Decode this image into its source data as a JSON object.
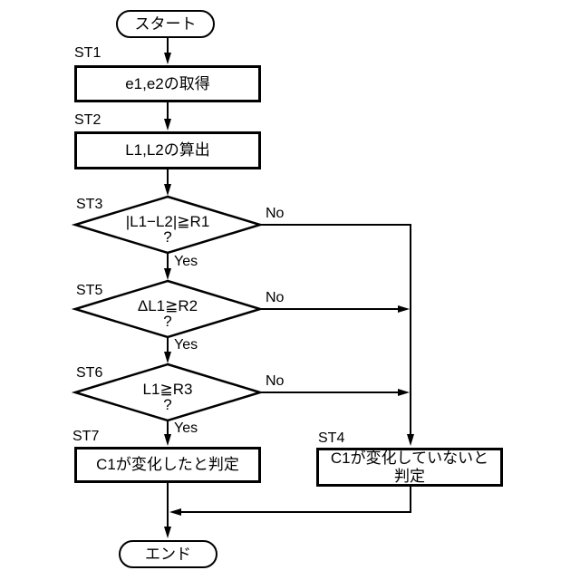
{
  "diagram": {
    "colors": {
      "line": "#000000",
      "background": "#ffffff",
      "text": "#000000"
    },
    "nodes": {
      "start": {
        "text": "スタート",
        "type": "terminal"
      },
      "st1": {
        "id": "ST1",
        "text": "e1,e2の取得",
        "type": "process"
      },
      "st2": {
        "id": "ST2",
        "text": "L1,L2の算出",
        "type": "process"
      },
      "st3": {
        "id": "ST3",
        "condition": "|L1−L2|≧R1",
        "question_mark": "?",
        "type": "decision"
      },
      "st5": {
        "id": "ST5",
        "condition": "ΔL1≧R2",
        "question_mark": "?",
        "type": "decision"
      },
      "st6": {
        "id": "ST6",
        "condition": "L1≧R3",
        "question_mark": "?",
        "type": "decision"
      },
      "st7": {
        "id": "ST7",
        "text": "C1が変化したと判定",
        "type": "process"
      },
      "st4": {
        "id": "ST4",
        "text_line1": "C1が変化していないと",
        "text_line2": "判定",
        "type": "process"
      },
      "end": {
        "text": "エンド",
        "type": "terminal"
      }
    },
    "branch_labels": {
      "yes": "Yes",
      "no": "No"
    }
  }
}
